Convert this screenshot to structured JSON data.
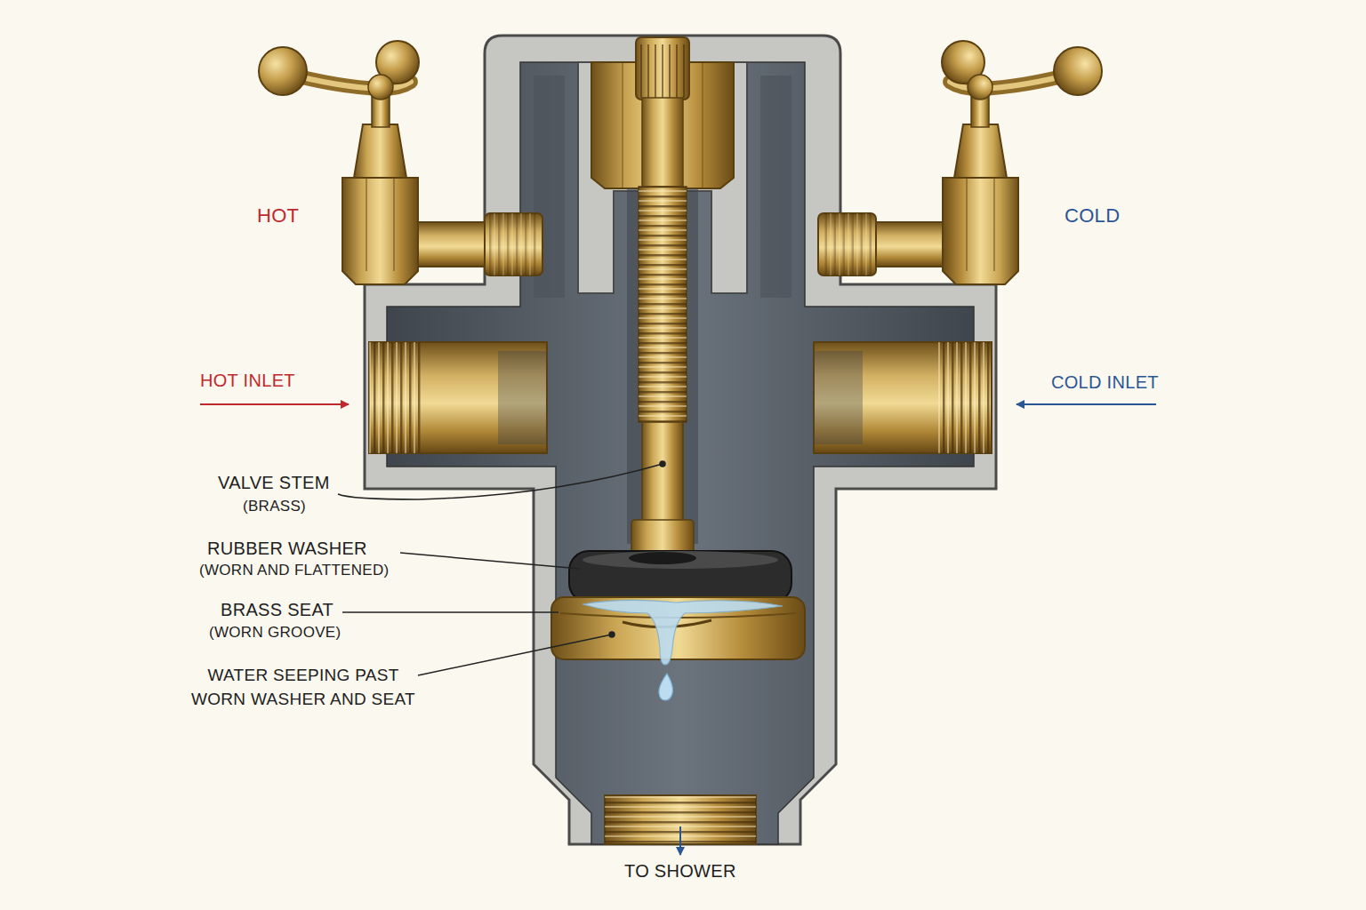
{
  "diagram": {
    "labels": [
      "HOT",
      "COLD",
      "HOT INLET",
      "COLD INLET",
      "VALVE STEM",
      "(BRASS)",
      "RUBBER WASHER",
      "(WORN AND FLATTENED)",
      "BRASS SEAT",
      "(WORN GROOVE)",
      "WATER SEEPING PAST WORN WASHER AND SEAT",
      "TO SHOWER"
    ]
  }
}
